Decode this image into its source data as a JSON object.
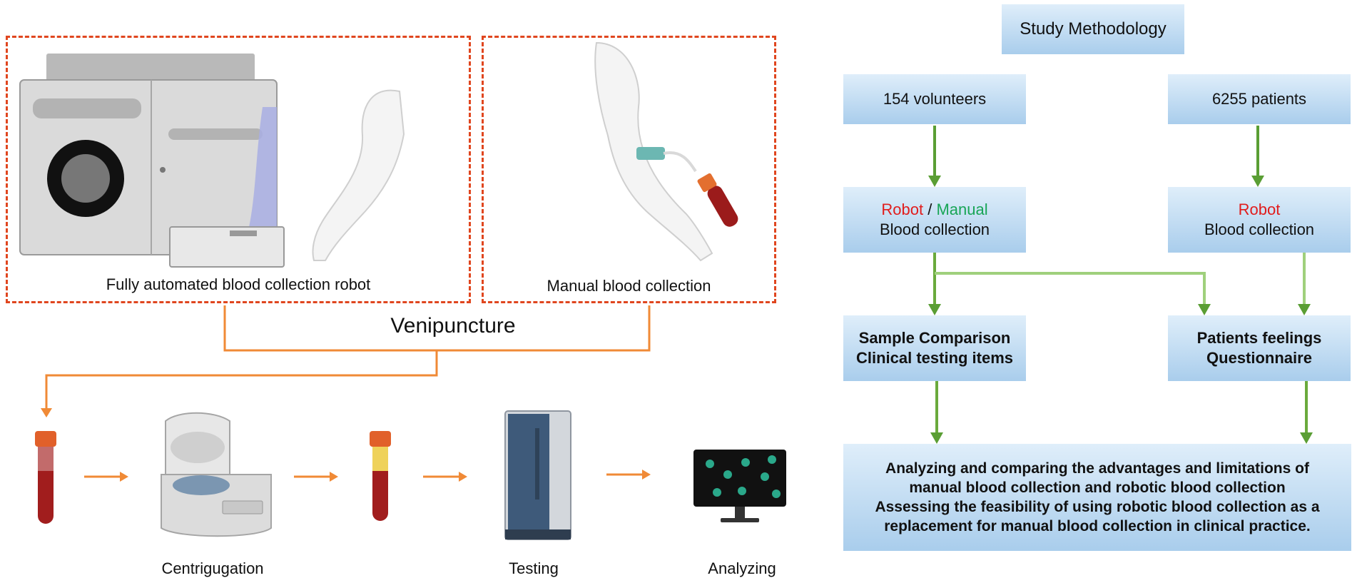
{
  "left": {
    "robot_caption": "Fully automated blood collection robot",
    "manual_caption": "Manual blood collection",
    "venipuncture_label": "Venipuncture",
    "steps": {
      "centrifugation": "Centrigugation",
      "testing": "Testing",
      "analyzing": "Analyzing"
    }
  },
  "flow": {
    "title": "Study Methodology",
    "volunteers": "154 volunteers",
    "patients": "6255 patients",
    "left_collection": {
      "robot": "Robot",
      "slash": " / ",
      "manual": "Manual",
      "line2": "Blood collection"
    },
    "right_collection": {
      "robot": "Robot",
      "line2": "Blood collection"
    },
    "comparison": {
      "line1": "Sample Comparison",
      "line2": "Clinical testing items"
    },
    "feelings": {
      "line1": "Patients feelings",
      "line2": "Questionnaire"
    },
    "conclusion": {
      "line1": "Analyzing and comparing the advantages and limitations of",
      "line2": "manual blood collection and robotic blood collection",
      "line3": "Assessing the feasibility of using robotic blood collection as a",
      "line4": "replacement for manual blood collection in clinical practice."
    }
  },
  "colors": {
    "dash_border": "#e0461f",
    "orange_arrow": "#f08a36",
    "green_arrow": "#5a9e34",
    "light_green_arrow": "#9fd07c",
    "box_gradient_top": "#dfeefa",
    "box_gradient_bottom": "#a9cdec",
    "robot_text": "#e11c1c",
    "manual_text": "#18a556"
  }
}
